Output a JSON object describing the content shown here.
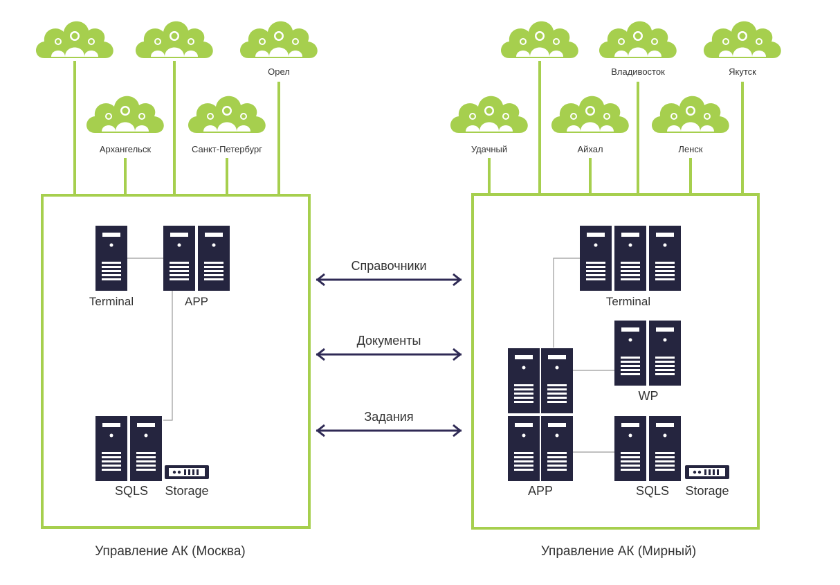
{
  "colors": {
    "green": "#a6cf4e",
    "server": "#25253f",
    "line": "#9a9a9a",
    "arrow": "#2f2a55",
    "text": "#333333"
  },
  "left": {
    "caption": "Управление АК (Москва)",
    "cities": [
      "Архангельск",
      "Санкт-Петербург",
      "Орел"
    ],
    "labels": {
      "terminal": "Terminal",
      "app": "APP",
      "sqls": "SQLS",
      "storage": "Storage"
    }
  },
  "right": {
    "caption": "Управление АК (Мирный)",
    "cities": [
      "Удачный",
      "Айхал",
      "Ленск",
      "Владивосток",
      "Якутск"
    ],
    "labels": {
      "terminal": "Terminal",
      "wp": "WP",
      "app": "APP",
      "sqls": "SQLS",
      "storage": "Storage"
    }
  },
  "exchange": [
    "Справочники",
    "Документы",
    "Задания"
  ],
  "icons": [
    "cloud-users-icon",
    "server-icon",
    "storage-icon",
    "double-arrow-icon"
  ]
}
